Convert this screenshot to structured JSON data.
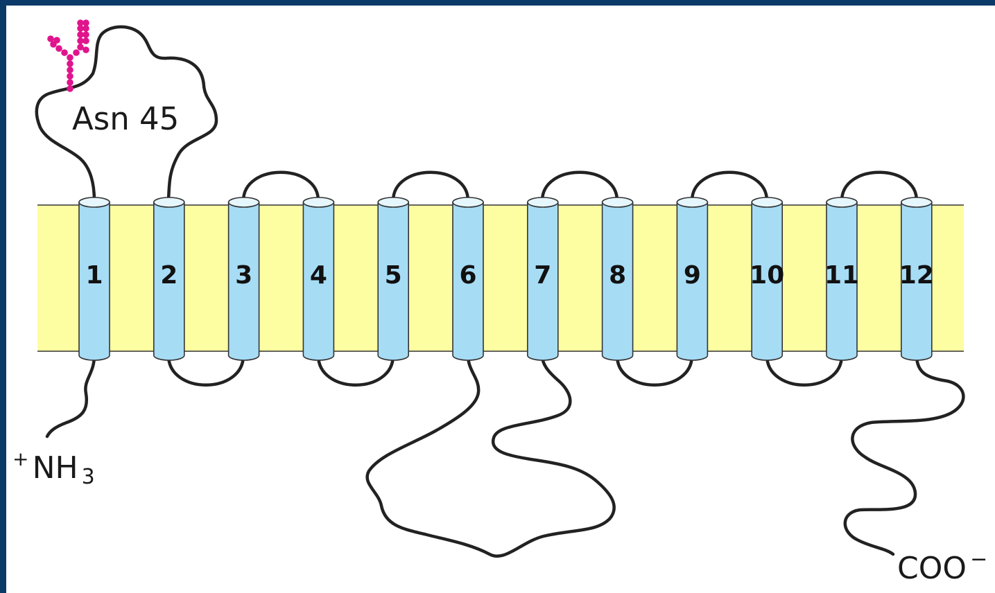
{
  "colors": {
    "background": "#0b3a68",
    "membrane": "#fdfda2",
    "helix_fill": "#a7dcf5",
    "loop_stroke": "#222222",
    "glycan": "#e0148c"
  },
  "diagram": {
    "helices": [
      {
        "label": "1"
      },
      {
        "label": "2"
      },
      {
        "label": "3"
      },
      {
        "label": "4"
      },
      {
        "label": "5"
      },
      {
        "label": "6"
      },
      {
        "label": "7"
      },
      {
        "label": "8"
      },
      {
        "label": "9"
      },
      {
        "label": "10"
      },
      {
        "label": "11"
      },
      {
        "label": "12"
      }
    ],
    "glycosylation_site": "Asn 45",
    "n_terminus": {
      "charge": "+",
      "base": "NH",
      "subscript": "3"
    },
    "c_terminus": {
      "base": "COO",
      "charge": "−"
    },
    "glycan_icon": "branched-oligosaccharide-icon"
  }
}
